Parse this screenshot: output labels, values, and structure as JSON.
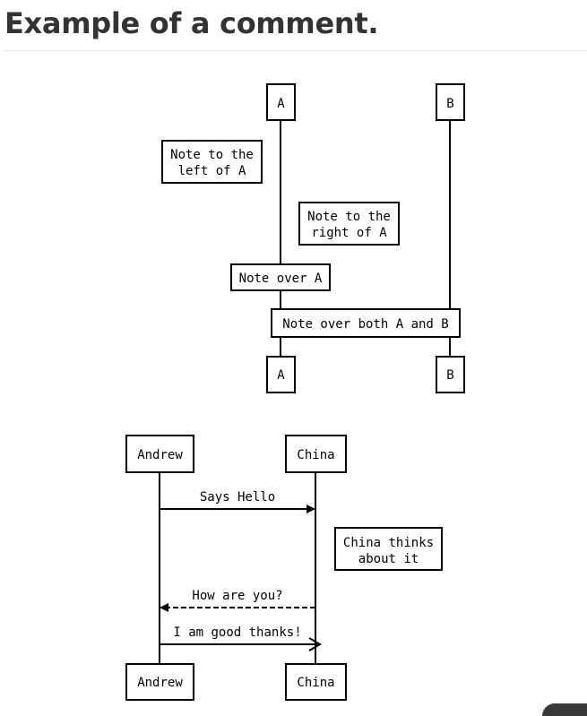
{
  "page": {
    "title": "Example of a comment."
  },
  "diagram1": {
    "participants": [
      {
        "id": "A",
        "label": "A"
      },
      {
        "id": "B",
        "label": "B"
      }
    ],
    "notes": [
      {
        "lines": [
          "Note to the",
          "left of A"
        ],
        "placement": "left of A"
      },
      {
        "lines": [
          "Note to the",
          "right of A"
        ],
        "placement": "right of A"
      },
      {
        "lines": [
          "Note over A"
        ],
        "placement": "over A"
      },
      {
        "lines": [
          "Note over both A and B"
        ],
        "placement": "over A,B"
      }
    ]
  },
  "diagram2": {
    "participants": [
      {
        "id": "Andrew",
        "label": "Andrew"
      },
      {
        "id": "China",
        "label": "China"
      }
    ],
    "messages": [
      {
        "from": "Andrew",
        "to": "China",
        "text": "Says Hello",
        "style": "solid",
        "arrow": "filled"
      },
      {
        "from": "China",
        "to": "Andrew",
        "text": "How are you?",
        "style": "dashed",
        "arrow": "filled"
      },
      {
        "from": "Andrew",
        "to": "China",
        "text": "I am good thanks!",
        "style": "solid",
        "arrow": "open"
      }
    ],
    "notes": [
      {
        "lines": [
          "China thinks",
          "about it"
        ],
        "placement": "right of China"
      }
    ]
  },
  "colors": {
    "title": "#333333",
    "ink": "#000000",
    "rule": "#e8e8e8"
  }
}
